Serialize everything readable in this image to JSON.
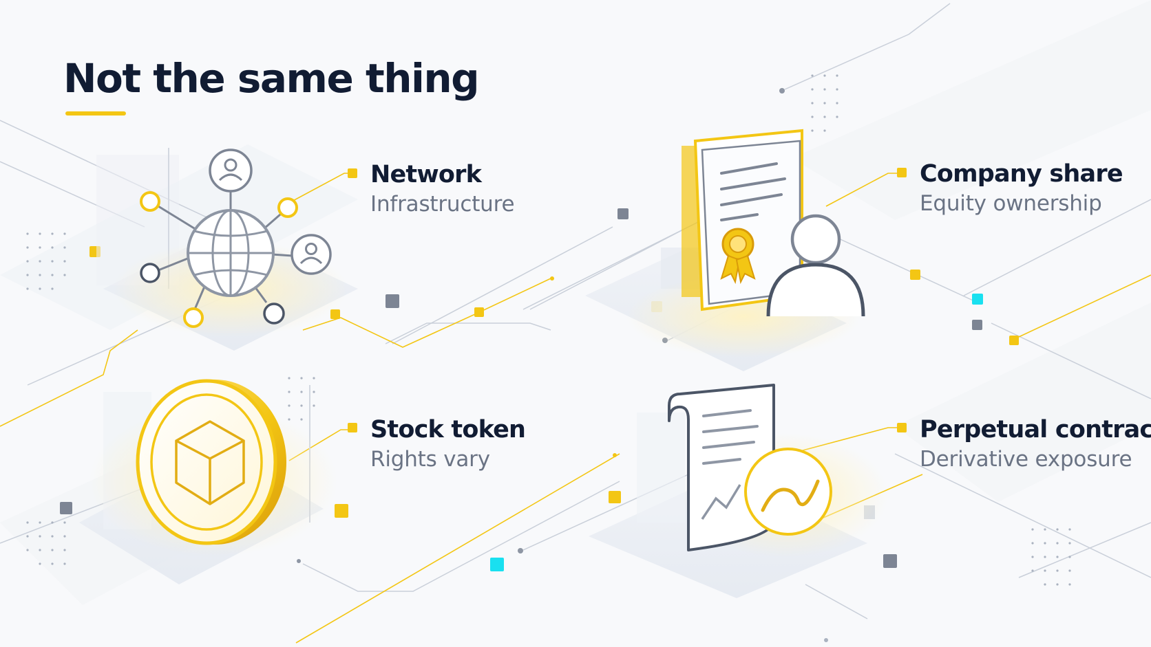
{
  "title": "Not the same thing",
  "colors": {
    "accent": "#f3c614",
    "title": "#111c33",
    "subtitle": "#6a7384",
    "icon_gray": "#6b7280",
    "cyan": "#19e0f0"
  },
  "items": [
    {
      "name": "Network",
      "description": "Infrastructure",
      "icon": "globe-network-icon"
    },
    {
      "name": "Company share",
      "description": "Equity ownership",
      "icon": "certificate-person-icon"
    },
    {
      "name": "Stock token",
      "description": "Rights vary",
      "icon": "coin-cube-icon"
    },
    {
      "name": "Perpetual contract",
      "description": "Derivative exposure",
      "icon": "contract-chart-icon"
    }
  ]
}
